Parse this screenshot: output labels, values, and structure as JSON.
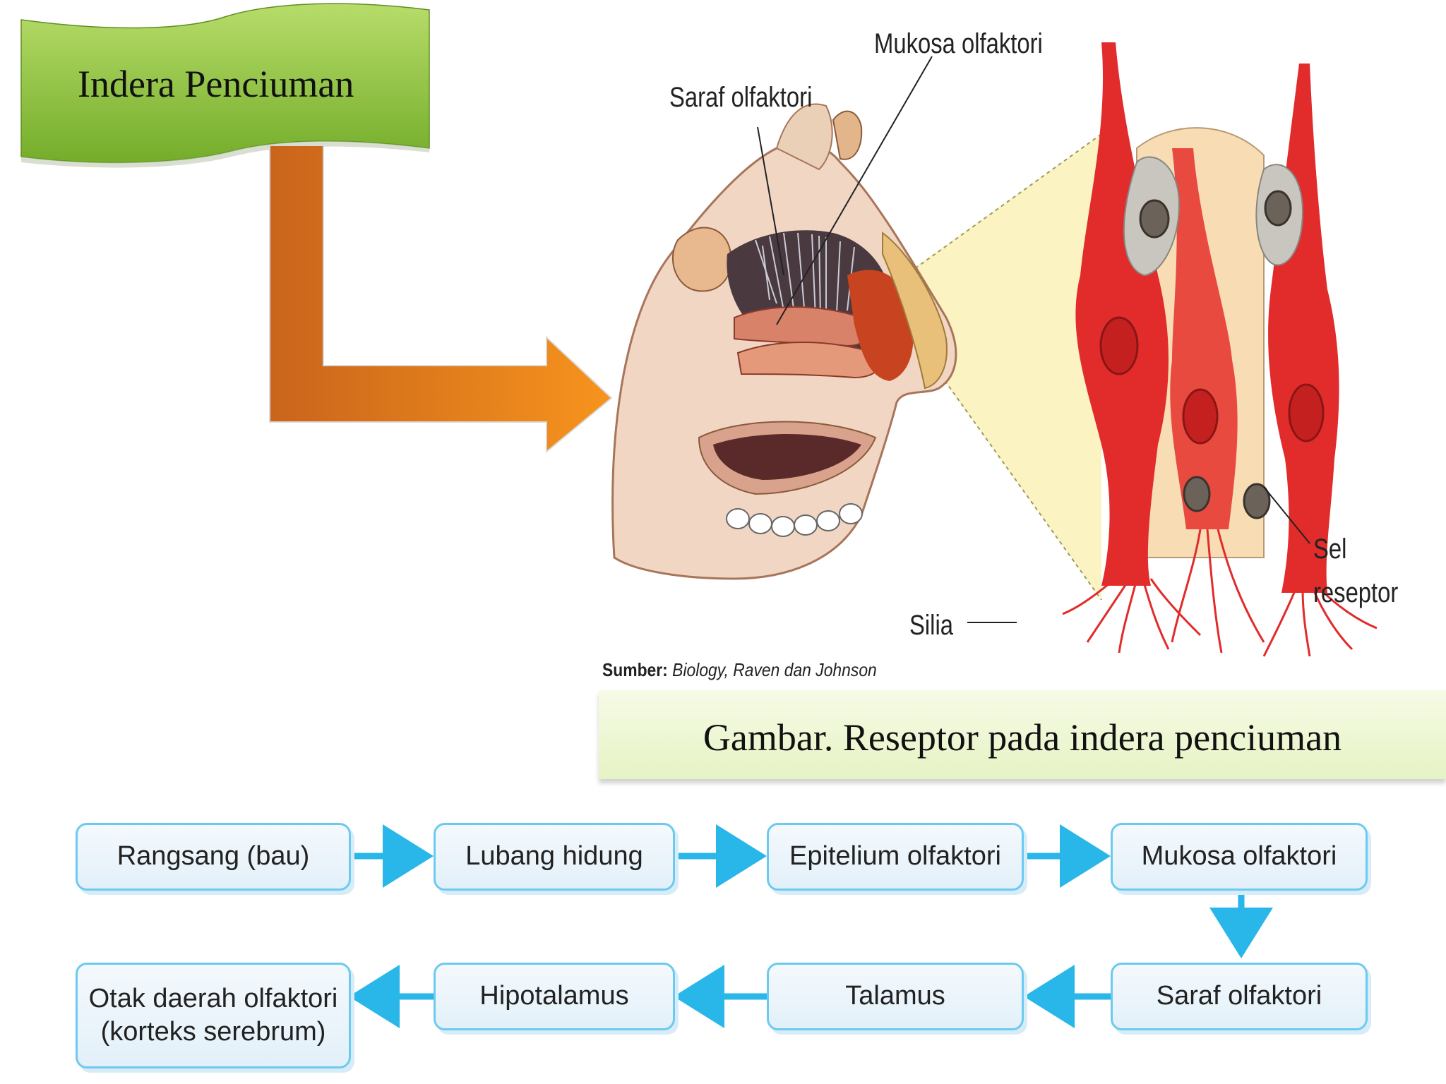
{
  "banner": {
    "title": "Indera Penciuman"
  },
  "figure": {
    "labels": {
      "mukosa": "Mukosa olfaktori",
      "saraf": "Saraf olfaktori",
      "sel": "Sel",
      "reseptor": "reseptor",
      "silia": "Silia"
    },
    "source_prefix": "Sumber:",
    "source_text": "Biology, Raven dan Johnson"
  },
  "caption": "Gambar. Reseptor pada indera penciuman",
  "flow": {
    "row1": [
      "Rangsang (bau)",
      "Lubang hidung",
      "Epitelium olfaktori",
      "Mukosa olfaktori"
    ],
    "row2": [
      "Saraf olfaktori",
      "Talamus",
      "Hipotalamus"
    ],
    "end_line1": "Otak daerah olfaktori",
    "end_line2": "(korteks serebrum)"
  },
  "colors": {
    "banner_green": "#8cc63f",
    "arrow_dark": "#c9641c",
    "arrow_light": "#f7941d",
    "flow_border": "#6ccaf0",
    "flow_arrow": "#29b6e8",
    "nerve_red": "#e22b2b"
  }
}
